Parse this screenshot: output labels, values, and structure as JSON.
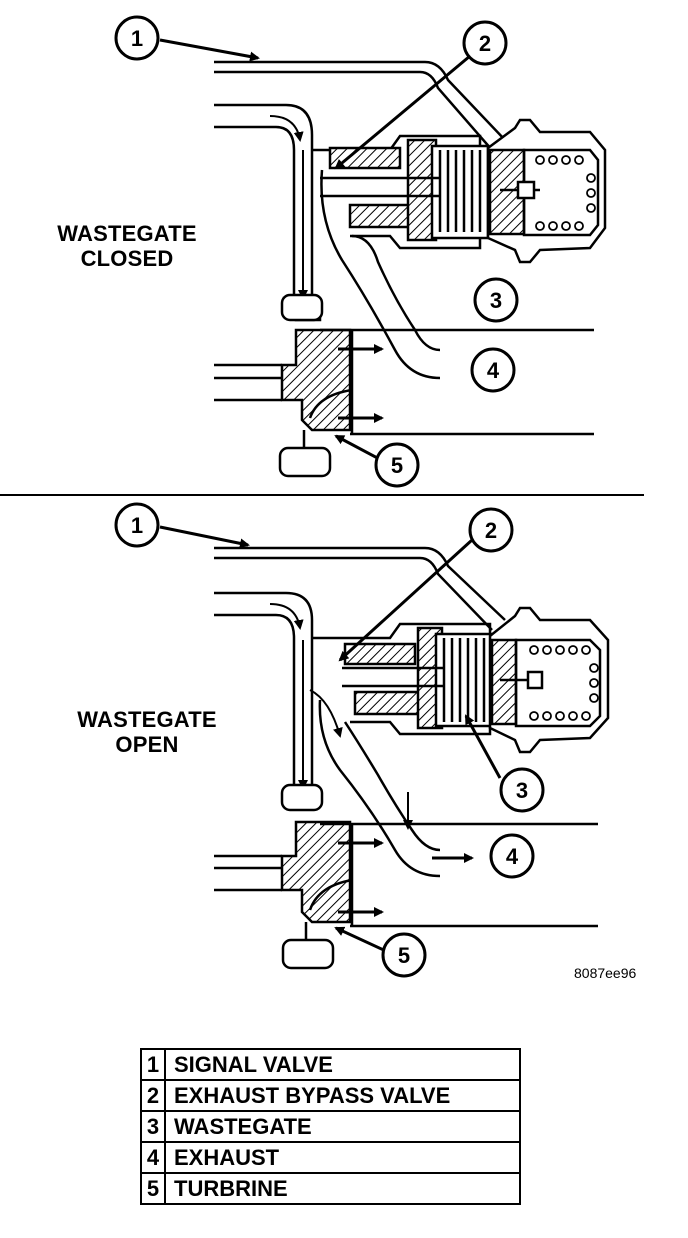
{
  "states": {
    "closed": {
      "line1": "WASTEGATE",
      "line2": "CLOSED"
    },
    "open": {
      "line1": "WASTEGATE",
      "line2": "OPEN"
    }
  },
  "callouts": [
    "1",
    "2",
    "3",
    "4",
    "5"
  ],
  "figure_id": "8087ee96",
  "legend": [
    {
      "num": "1",
      "label": "SIGNAL VALVE"
    },
    {
      "num": "2",
      "label": "EXHAUST BYPASS VALVE"
    },
    {
      "num": "3",
      "label": "WASTEGATE"
    },
    {
      "num": "4",
      "label": "EXHAUST"
    },
    {
      "num": "5",
      "label": "TURBRINE"
    }
  ]
}
